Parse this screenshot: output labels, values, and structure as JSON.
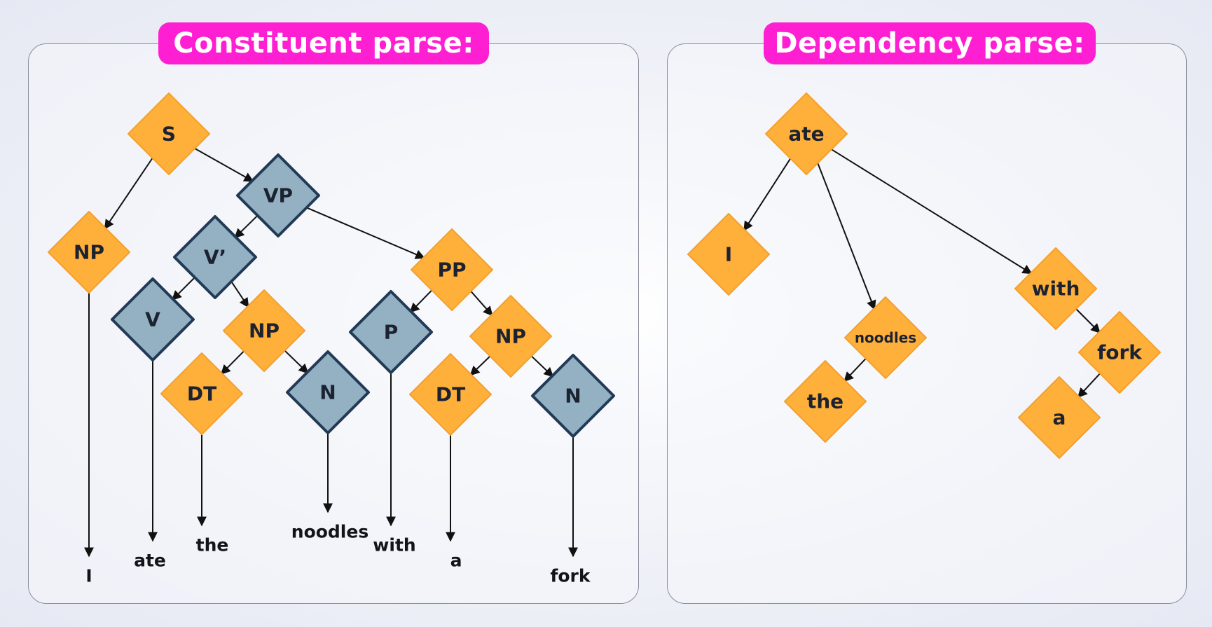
{
  "colors": {
    "title_bg": "#ff1fd3",
    "phrase_fill": "#ffb03b",
    "phrase_stroke": "#f5a02a",
    "head_fill": "#93b1c3",
    "head_stroke": "#223a55",
    "edge": "#111111"
  },
  "constituent": {
    "title": "Constituent parse:",
    "nodes": [
      {
        "id": "S",
        "label": "S",
        "kind": "phrase"
      },
      {
        "id": "NP1",
        "label": "NP",
        "kind": "phrase"
      },
      {
        "id": "VP",
        "label": "VP",
        "kind": "head"
      },
      {
        "id": "Vbar",
        "label": "V’",
        "kind": "head"
      },
      {
        "id": "V",
        "label": "V",
        "kind": "head"
      },
      {
        "id": "NP2",
        "label": "NP",
        "kind": "phrase"
      },
      {
        "id": "DT1",
        "label": "DT",
        "kind": "phrase"
      },
      {
        "id": "N1",
        "label": "N",
        "kind": "head"
      },
      {
        "id": "PP",
        "label": "PP",
        "kind": "phrase"
      },
      {
        "id": "P",
        "label": "P",
        "kind": "head"
      },
      {
        "id": "NP3",
        "label": "NP",
        "kind": "phrase"
      },
      {
        "id": "DT2",
        "label": "DT",
        "kind": "phrase"
      },
      {
        "id": "N2",
        "label": "N",
        "kind": "head"
      }
    ],
    "words": [
      {
        "id": "w_I",
        "text": "I"
      },
      {
        "id": "w_ate",
        "text": "ate"
      },
      {
        "id": "w_the",
        "text": "the"
      },
      {
        "id": "w_noodles",
        "text": "noodles"
      },
      {
        "id": "w_with",
        "text": "with"
      },
      {
        "id": "w_a",
        "text": "a"
      },
      {
        "id": "w_fork",
        "text": "fork"
      }
    ],
    "edges": [
      [
        "S",
        "NP1"
      ],
      [
        "S",
        "VP"
      ],
      [
        "VP",
        "Vbar"
      ],
      [
        "VP",
        "PP"
      ],
      [
        "Vbar",
        "V"
      ],
      [
        "Vbar",
        "NP2"
      ],
      [
        "NP2",
        "DT1"
      ],
      [
        "NP2",
        "N1"
      ],
      [
        "PP",
        "P"
      ],
      [
        "PP",
        "NP3"
      ],
      [
        "NP3",
        "DT2"
      ],
      [
        "NP3",
        "N2"
      ],
      [
        "NP1",
        "w_I"
      ],
      [
        "V",
        "w_ate"
      ],
      [
        "DT1",
        "w_the"
      ],
      [
        "N1",
        "w_noodles"
      ],
      [
        "P",
        "w_with"
      ],
      [
        "DT2",
        "w_a"
      ],
      [
        "N2",
        "w_fork"
      ]
    ]
  },
  "dependency": {
    "title": "Dependency parse:",
    "nodes": [
      {
        "id": "d_ate",
        "label": "ate"
      },
      {
        "id": "d_I",
        "label": "I"
      },
      {
        "id": "d_noodles",
        "label": "noodles"
      },
      {
        "id": "d_the",
        "label": "the"
      },
      {
        "id": "d_with",
        "label": "with"
      },
      {
        "id": "d_fork",
        "label": "fork"
      },
      {
        "id": "d_a",
        "label": "a"
      }
    ],
    "edges": [
      [
        "d_ate",
        "d_I"
      ],
      [
        "d_ate",
        "d_noodles"
      ],
      [
        "d_ate",
        "d_with"
      ],
      [
        "d_noodles",
        "d_the"
      ],
      [
        "d_with",
        "d_fork"
      ],
      [
        "d_fork",
        "d_a"
      ]
    ]
  }
}
